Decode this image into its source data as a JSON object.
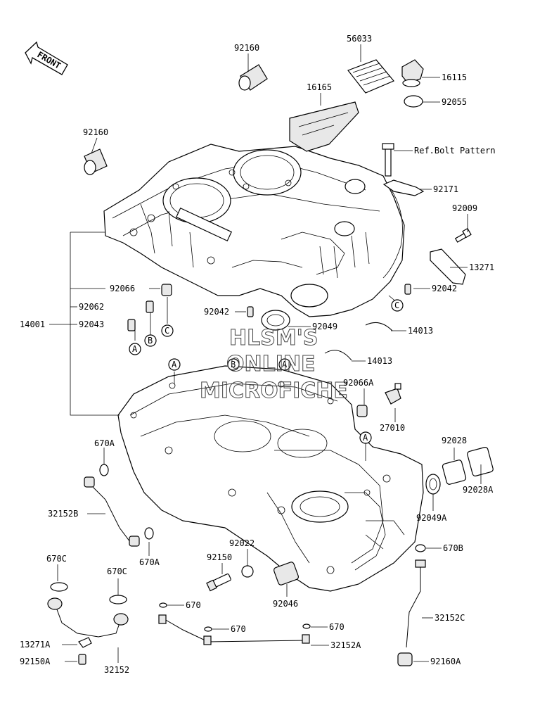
{
  "front_arrow": "FRONT",
  "watermark": [
    "HLSM'S",
    "ONLINE",
    "MICROFICHE"
  ],
  "callouts": {
    "p92160a": "92160",
    "p92160b": "92160",
    "p56033": "56033",
    "p16115": "16115",
    "p16165": "16165",
    "p92055": "92055",
    "pRefBolt": "Ref.Bolt Pattern",
    "p92171": "92171",
    "p92009": "92009",
    "p13271": "13271",
    "p92066": "92066",
    "p92062": "92062",
    "p14001": "14001",
    "p92043": "92043",
    "p92042a": "92042",
    "p92042b": "92042",
    "p92049": "92049",
    "p14013a": "14013",
    "p14013b": "14013",
    "p92066A": "92066A",
    "p27010": "27010",
    "p670Aa": "670A",
    "p670Ab": "670A",
    "p92028": "92028",
    "p92028A": "92028A",
    "p32152B": "32152B",
    "p92049A": "92049A",
    "p92022": "92022",
    "p92150": "92150",
    "p670B": "670B",
    "p92046": "92046",
    "p670Ca": "670C",
    "p670Cb": "670C",
    "p670a": "670",
    "p670b": "670",
    "p670c": "670",
    "p32152C": "32152C",
    "p13271A": "13271A",
    "p92150A": "92150A",
    "p32152": "32152",
    "p32152A": "32152A",
    "p92160A": "92160A"
  },
  "circle_letters": {
    "a1": "A",
    "a2": "A",
    "a3": "A",
    "a4": "A",
    "b1": "B",
    "b2": "B",
    "c1": "C",
    "c2": "C"
  }
}
